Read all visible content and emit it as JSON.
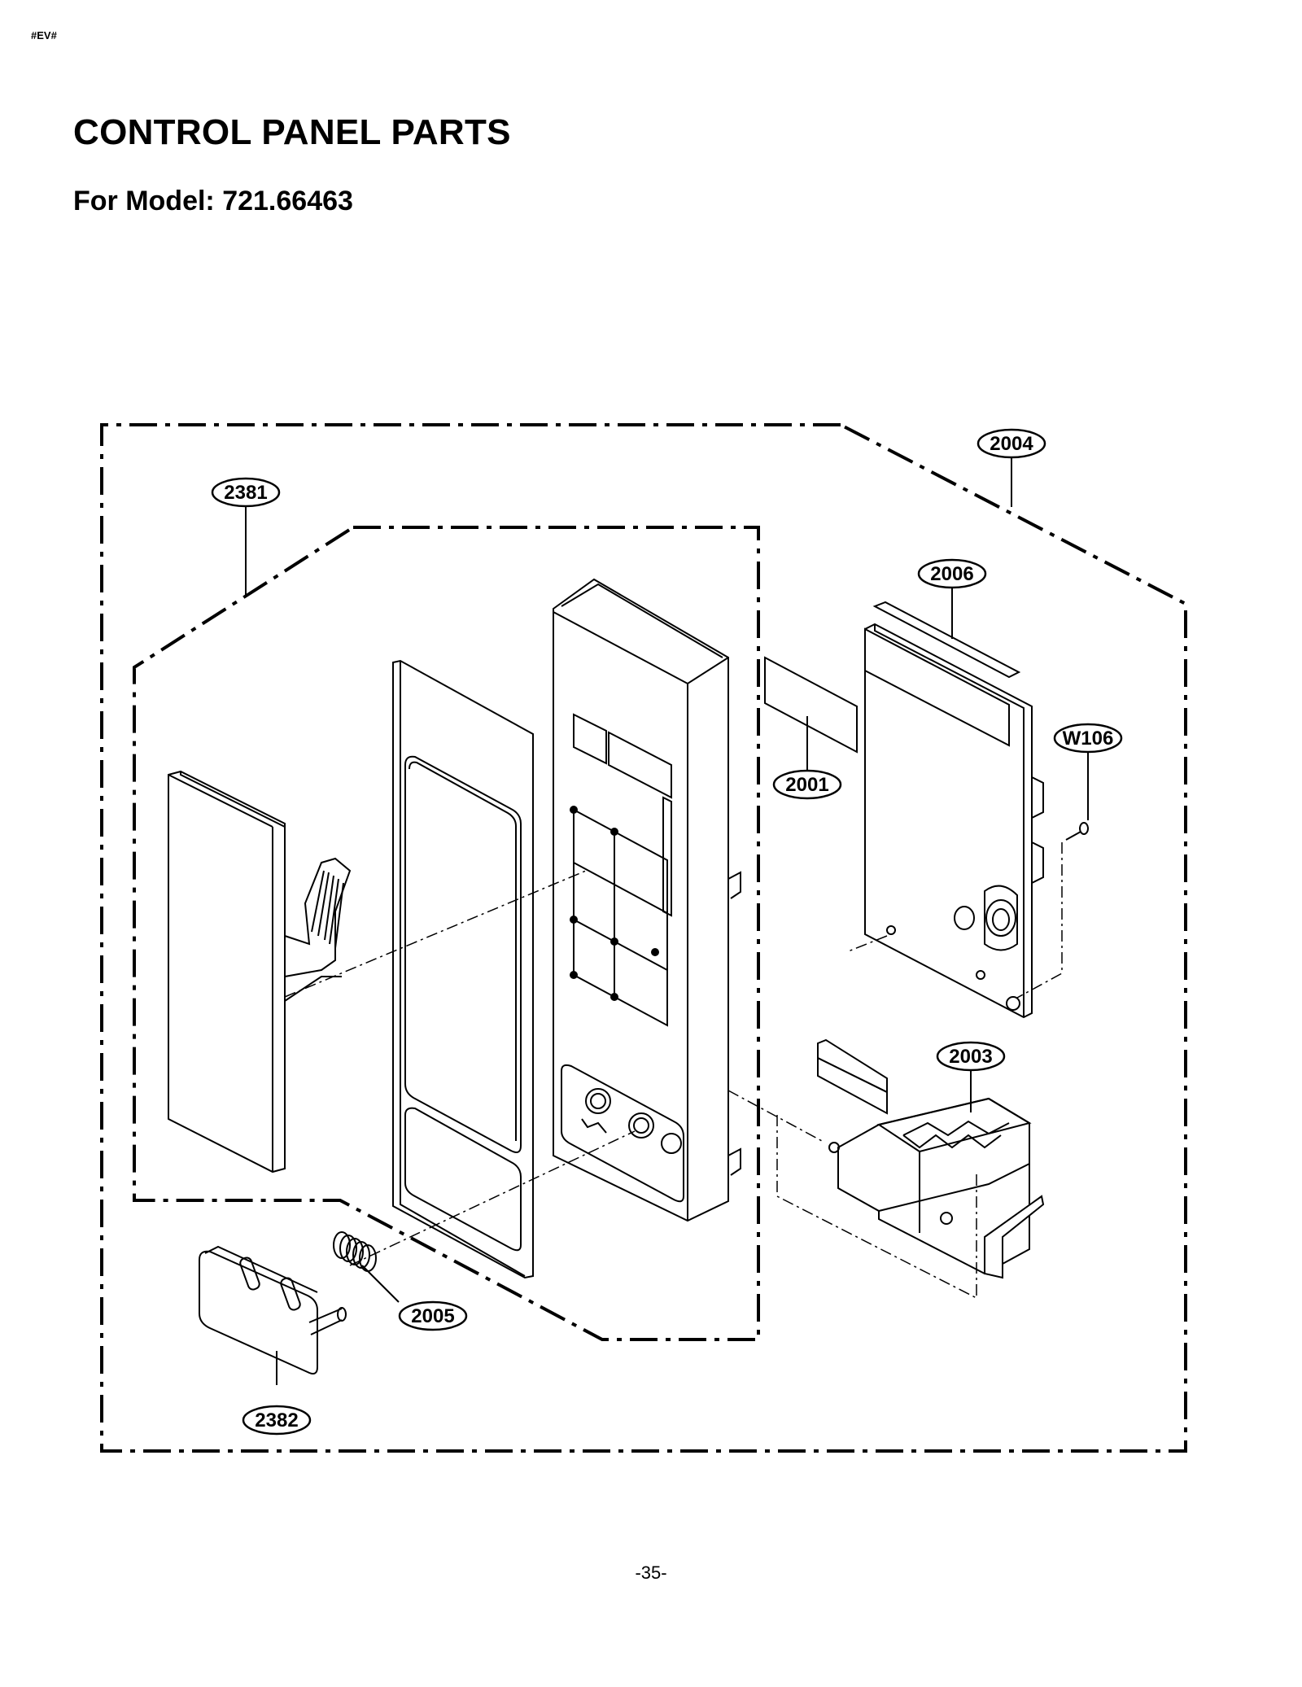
{
  "header": {
    "tag": "#EV#"
  },
  "title": "CONTROL PANEL PARTS",
  "subtitle": "For Model: 721.66463",
  "page_number": "-35-",
  "callouts": {
    "c2004": "2004",
    "c2381": "2381",
    "c2006": "2006",
    "cW106": "W106",
    "c2001": "2001",
    "c2003": "2003",
    "c2005": "2005",
    "c2382": "2382"
  }
}
